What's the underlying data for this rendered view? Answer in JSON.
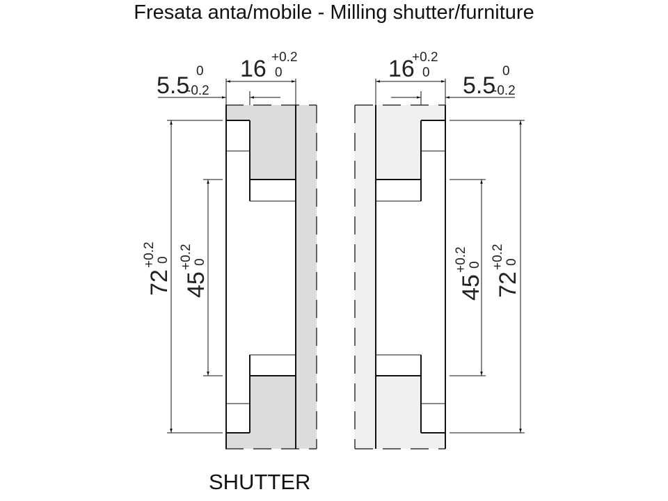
{
  "title": "Fresata anta/mobile - Milling shutter/furniture",
  "caption": "SHUTTER",
  "colors": {
    "shade_left": "#dcdcdc",
    "shade_right": "#efefef",
    "line": "#111111"
  },
  "dimensions": {
    "width": {
      "nominal": "16",
      "upper": "+0.2",
      "lower": "0"
    },
    "offset": {
      "nominal": "5.5",
      "upper": "0",
      "lower": "-0.2"
    },
    "outer_height": {
      "nominal": "72",
      "upper": "+0.2",
      "lower": "0"
    },
    "inner_height": {
      "nominal": "45",
      "upper": "+0.2",
      "lower": "0"
    }
  }
}
